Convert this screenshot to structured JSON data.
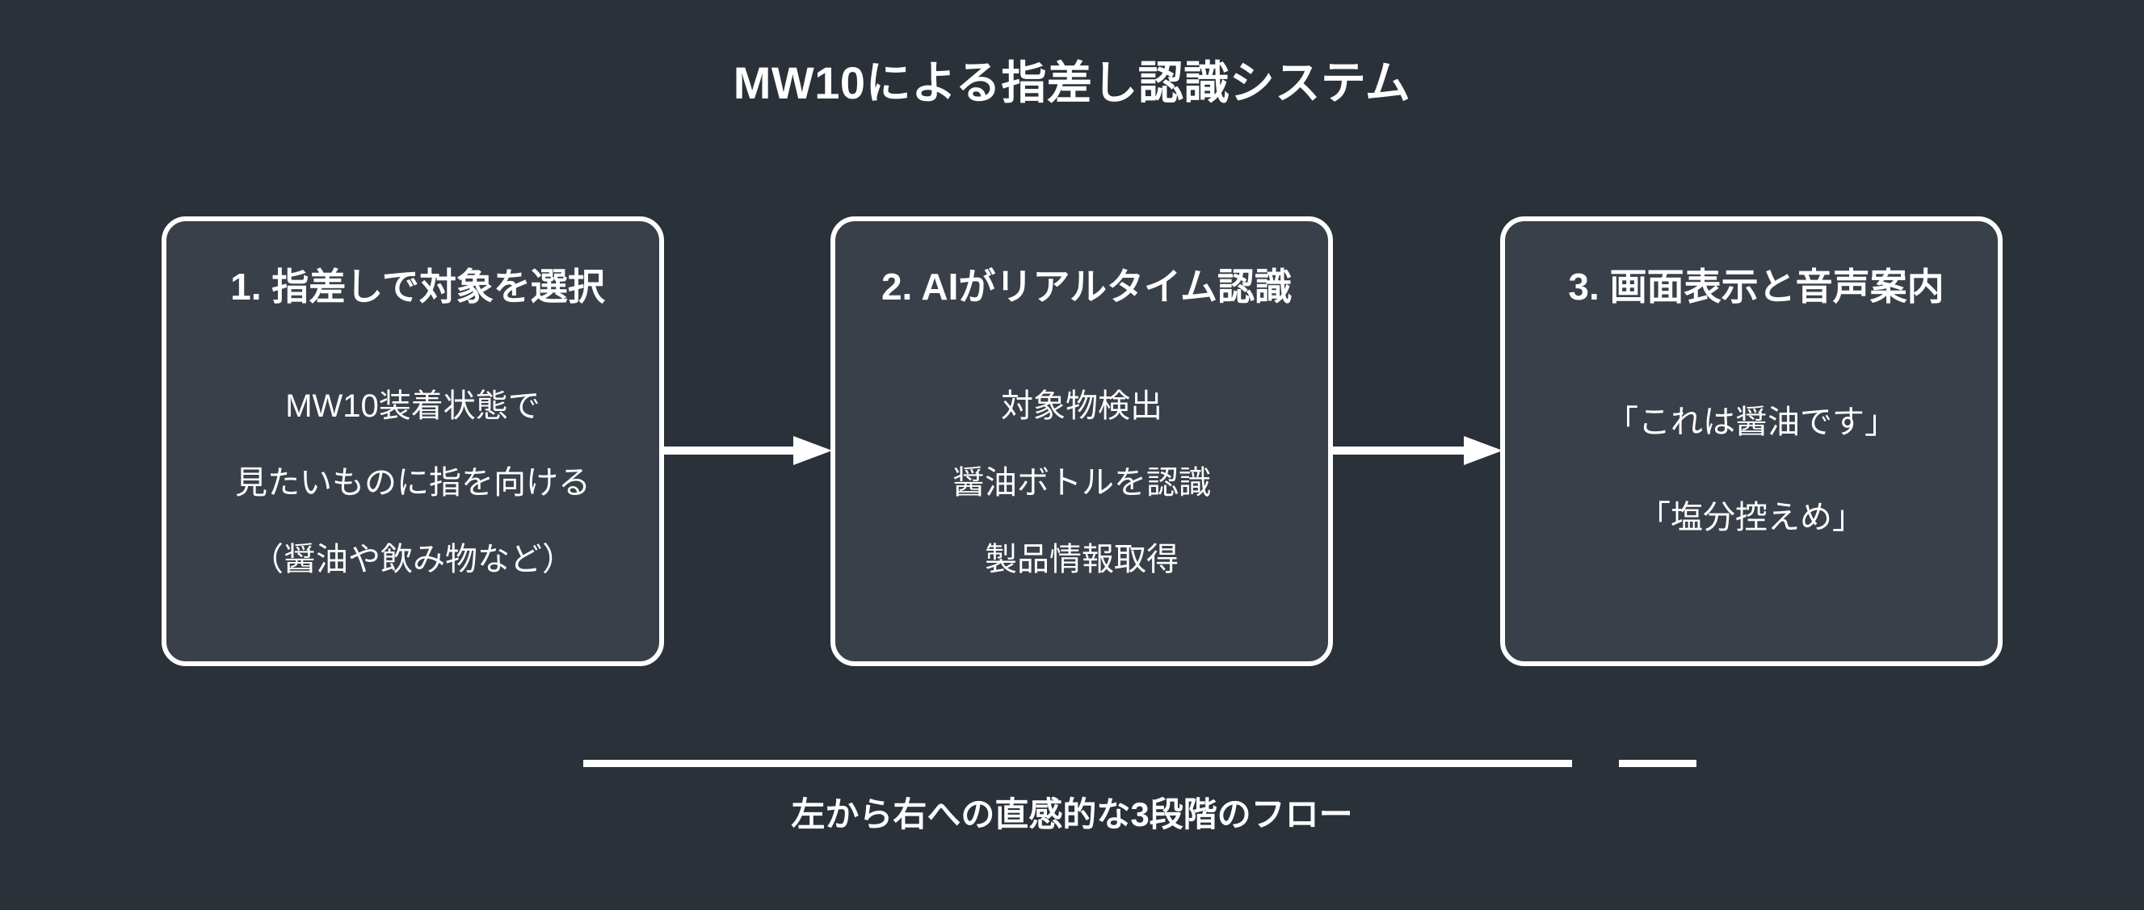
{
  "title": "MW10による指差し認識システム",
  "colors": {
    "background": "#2b3139",
    "box_fill": "#3a4049",
    "stroke": "#ffffff",
    "text": "#ffffff"
  },
  "steps": [
    {
      "heading": "1. 指差しで対象を選択",
      "lines": [
        "MW10装着状態で",
        "見たいものに指を向ける",
        "（醤油や飲み物など）"
      ]
    },
    {
      "heading": "2. AIがリアルタイム認識",
      "lines": [
        "対象物検出",
        "醤油ボトルを認識",
        "製品情報取得"
      ]
    },
    {
      "heading": "3. 画面表示と音声案内",
      "lines": [
        "「これは醤油です」",
        "「塩分控えめ」"
      ]
    }
  ],
  "connectors": [
    {
      "name": "arrow-step1-to-step2",
      "direction": "right"
    },
    {
      "name": "arrow-step2-to-step3",
      "direction": "right"
    }
  ],
  "footer": {
    "caption": "左から右への直感的な3段階のフロー"
  }
}
